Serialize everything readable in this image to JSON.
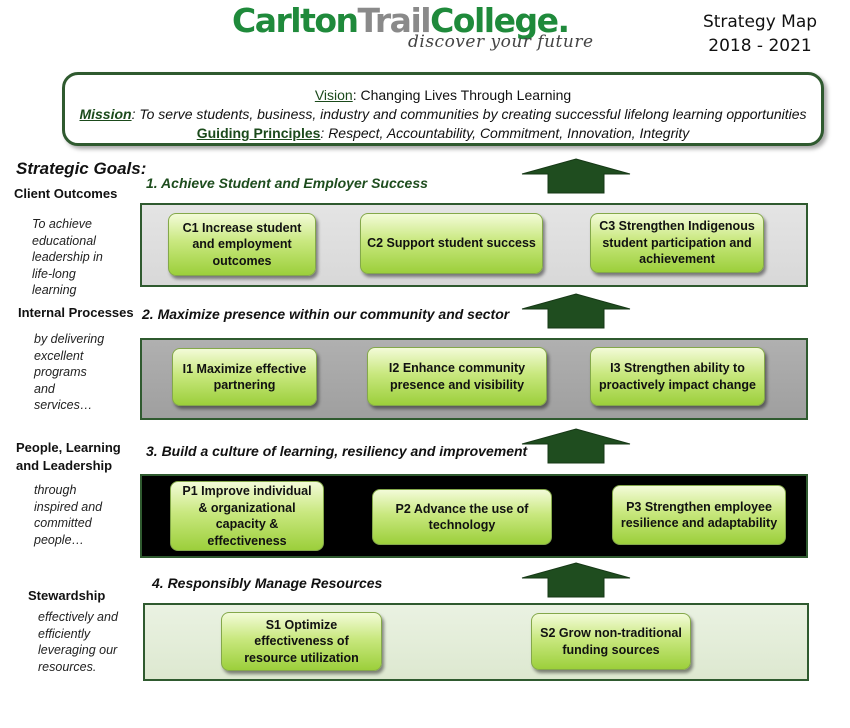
{
  "header": {
    "logo_part1": "Carlton",
    "logo_part2": "Trail",
    "logo_part3": "College.",
    "tagline": "discover your future",
    "map_title": "Strategy Map",
    "years": "2018 - 2021"
  },
  "vision": {
    "vision_label": "Vision",
    "vision_text": ": Changing Lives Through Learning",
    "mission_label": "Mission",
    "mission_text": ": To serve students, business, industry and communities by creating successful lifelong learning opportunities",
    "principles_label": "Guiding Principles",
    "principles_text": ": Respect, Accountability, Commitment, Innovation, Integrity"
  },
  "strategic_goals_label": "Strategic Goals:",
  "perspectives": [
    {
      "title": "Client Outcomes",
      "desc": [
        "To achieve",
        "educational",
        "leadership in",
        "life-long",
        "learning"
      ]
    },
    {
      "title": "Internal Processes",
      "desc": [
        "by  delivering",
        "excellent",
        "programs",
        "and",
        "services…"
      ]
    },
    {
      "title": "People, Learning and Leadership",
      "title_lines": [
        "People, Learning",
        "and Leadership"
      ],
      "desc": [
        "through",
        "inspired and",
        "committed",
        "people…"
      ]
    },
    {
      "title": "Stewardship",
      "desc": [
        "effectively and",
        "efficiently",
        "leveraging our",
        "resources."
      ]
    }
  ],
  "goals": [
    "1. Achieve Student and Employer  Success",
    "2. Maximize presence within our community and sector",
    "3. Build a culture of learning, resiliency and improvement",
    "4. Responsibly Manage Resources"
  ],
  "objectives": {
    "c1": "C1 Increase student and employment outcomes",
    "c2": "C2 Support student success",
    "c3": "C3 Strengthen Indigenous student participation and achievement",
    "i1": "I1 Maximize effective partnering",
    "i2": "I2 Enhance community presence and visibility",
    "i3": "I3 Strengthen ability to proactively impact change",
    "p1": "P1 Improve individual & organizational capacity & effectiveness",
    "p2": "P2 Advance the use of technology",
    "p3": "P3 Strengthen employee resilience and adaptability",
    "s1": "S1 Optimize effectiveness of resource utilization",
    "s2": "S2 Grow non-traditional funding sources"
  },
  "colors": {
    "brand_green": "#1f8a3b",
    "arrow_green": "#1f4d1f",
    "border_green": "#2f5a2f"
  }
}
